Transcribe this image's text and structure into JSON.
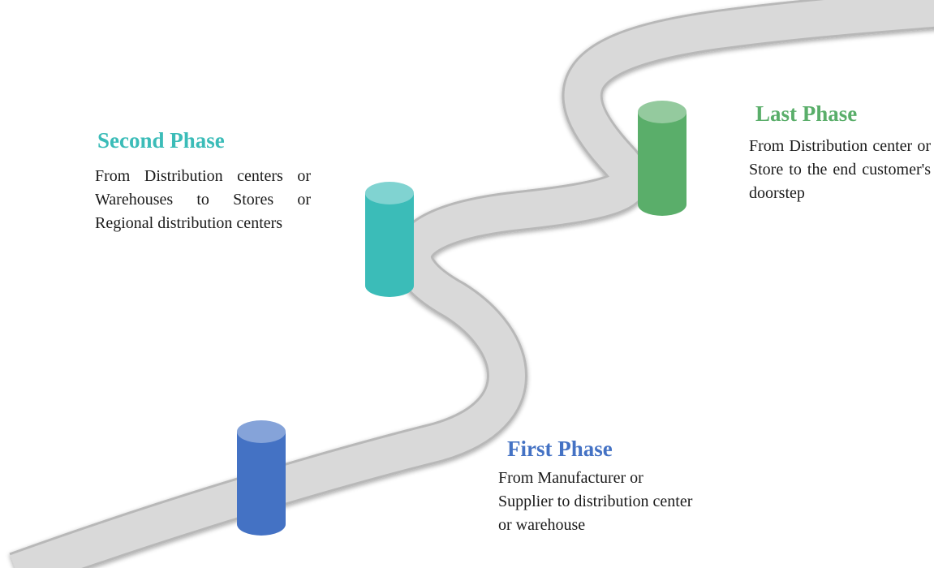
{
  "colors": {
    "road": "#d9d9d9",
    "road_edge": "#b8b8b8",
    "first": "#4472c4",
    "second": "#3bbcb8",
    "last": "#5aae6a"
  },
  "phases": {
    "second": {
      "title": "Second Phase",
      "description": "From Distribution centers or Warehouses to Stores or Regional distribution centers"
    },
    "last": {
      "title": "Last Phase",
      "description": "From Distribution center or Store to the end customer's doorstep"
    },
    "first": {
      "title": "First Phase",
      "description": "From Manufacturer or Supplier to distribution center or warehouse"
    }
  }
}
